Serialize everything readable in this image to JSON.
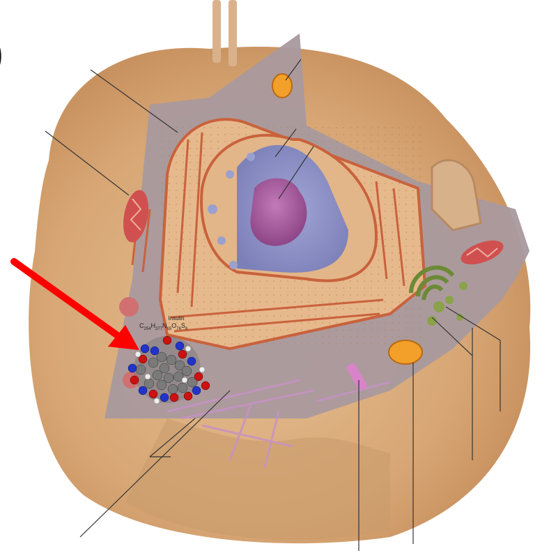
{
  "annotation": {
    "molecule_name": "Insulin",
    "formula_parts": [
      "C",
      "254",
      "H",
      "377",
      "N",
      "65",
      "O",
      "76",
      "S",
      "6"
    ]
  },
  "colors": {
    "cell_surface": "#d9ab7c",
    "cytoplasm": "#a9999e",
    "membrane_red": "#c9623c",
    "nucleus_blue": "#8e93c6",
    "nucleolus_purple": "#a2589a",
    "golgi_green": "#6c8a36",
    "arrow_red": "#ff0000",
    "mitochondrion_red": "#d05050",
    "lysosome_orange": "#f2a02a"
  },
  "icons": [
    "paren-glyph",
    "red-arrow",
    "insulin-molecule-icon"
  ]
}
